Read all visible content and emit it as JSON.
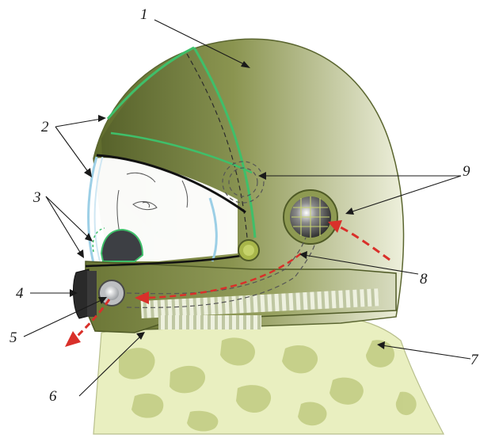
{
  "figure": {
    "callouts": [
      {
        "id": "1",
        "text": "1"
      },
      {
        "id": "2",
        "text": "2"
      },
      {
        "id": "3",
        "text": "3"
      },
      {
        "id": "4",
        "text": "4"
      },
      {
        "id": "5",
        "text": "5"
      },
      {
        "id": "6",
        "text": "6"
      },
      {
        "id": "7",
        "text": "7"
      },
      {
        "id": "8",
        "text": "8"
      },
      {
        "id": "9",
        "text": "9"
      }
    ],
    "colors": {
      "helmet_dark": "#6f7a3a",
      "helmet_light": "#e6ead2",
      "seal_green": "#3fbf6a",
      "airflow_red": "#d9302a",
      "bib": "#e9efc0",
      "camo": "#c5cf88",
      "visor_blue": "#9ccfe6"
    }
  }
}
